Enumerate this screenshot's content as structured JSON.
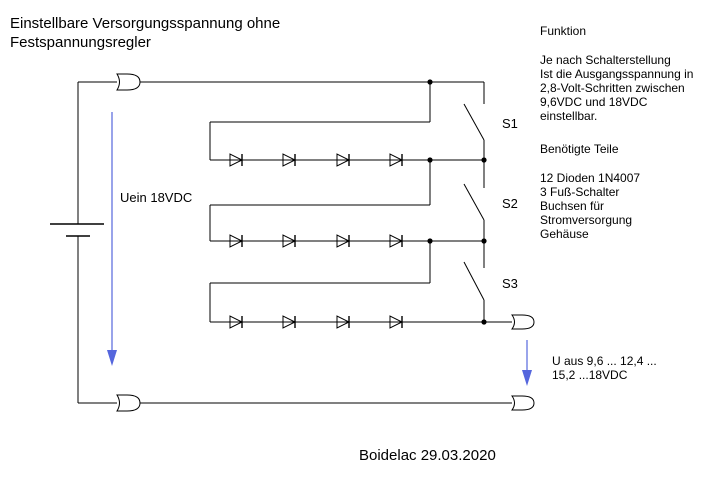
{
  "title": {
    "line1": "Einstellbare Versorgungsspannung ohne",
    "line2": "Festspannungsregler"
  },
  "function": {
    "heading": "Funktion",
    "lines": [
      "Je nach Schalterstellung",
      "Ist die Ausgangsspannung in",
      "2,8-Volt-Schritten zwischen",
      "9,6VDC und 18VDC",
      "einstellbar."
    ]
  },
  "parts": {
    "heading": "Benötigte Teile",
    "lines": [
      "12 Dioden 1N4007",
      "3 Fuß-Schalter",
      "Buchsen für",
      "Stromversorgung",
      "Gehäuse"
    ]
  },
  "labels": {
    "input_voltage": "Uein 18VDC",
    "output_line1": "U aus 9,6 ... 12,4 ...",
    "output_line2": "15,2 ...18VDC"
  },
  "switches": [
    "S1",
    "S2",
    "S3"
  ],
  "footer": "Boidelac 29.03.2020",
  "colors": {
    "wire": "#000000",
    "voltage_arrow": "#5566dd",
    "background": "#ffffff"
  }
}
